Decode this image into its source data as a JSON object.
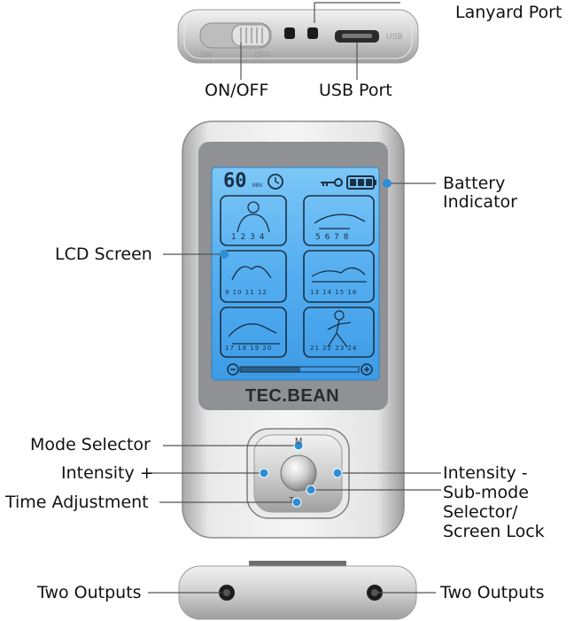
{
  "labels": {
    "lanyard_port": "Lanyard Port",
    "on_off": "ON/OFF",
    "usb_port": "USB Port",
    "battery_indicator_line1": "Battery",
    "battery_indicator_line2": "Indicator",
    "lcd_screen": "LCD Screen",
    "mode_selector": "Mode Selector",
    "intensity_plus": "Intensity +",
    "time_adjustment": "Time Adjustment",
    "intensity_minus": "Intensity -",
    "submode_line1": "Sub-mode",
    "submode_line2": "Selector/",
    "submode_line3": "Screen Lock",
    "two_outputs_left": "Two Outputs",
    "two_outputs_right": "Two Outputs"
  },
  "device_text": {
    "switch_on": "ON",
    "switch_off": "OFF",
    "usb": "USB",
    "brand": "TEC.BEAN",
    "timer_value": "60",
    "timer_unit": "MIN",
    "mode_digits": [
      "1 2 3 4",
      "5 6 7 8",
      "9 10 11 12",
      "13 14 15 16",
      "17 18 19 20",
      "21 22 23 24"
    ],
    "btn_mode": "M",
    "btn_time": "T"
  },
  "colors": {
    "lcd_blue": "#5fb4f0",
    "callout_dot": "#2e8fd6",
    "silver": "#c9c9c9",
    "bezel": "#8d8f92"
  }
}
